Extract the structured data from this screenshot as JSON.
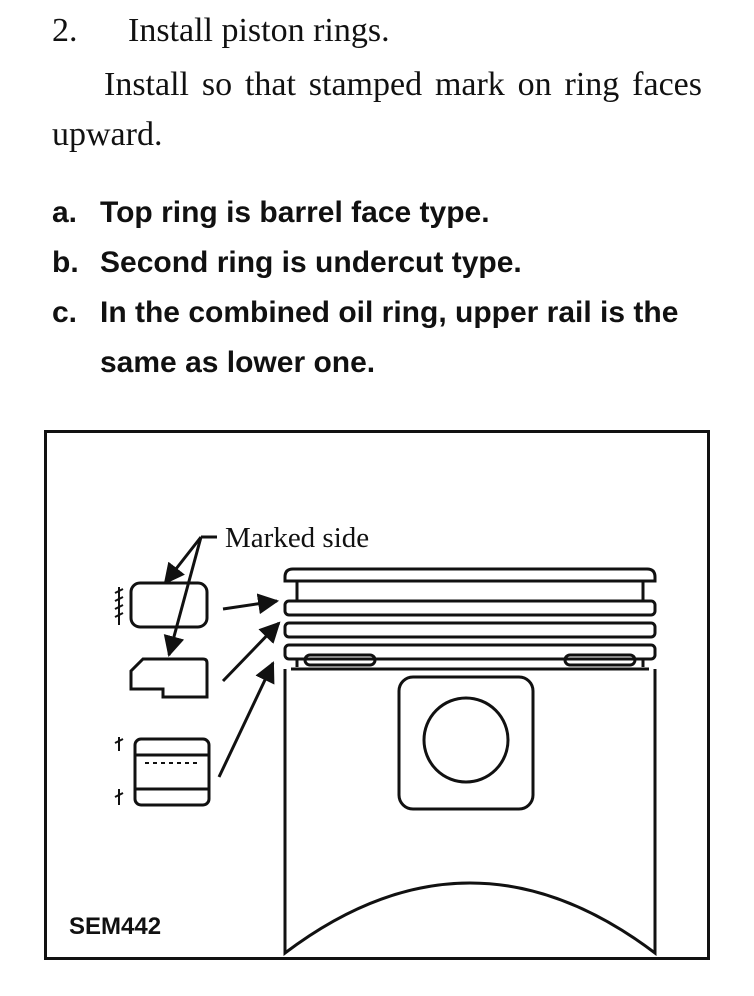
{
  "step": {
    "number": "2.",
    "title": "Install piston rings.",
    "body": "Install so that stamped mark on ring faces upward."
  },
  "notes": [
    {
      "marker": "a.",
      "text": "Top ring is barrel face type."
    },
    {
      "marker": "b.",
      "text": "Second ring is undercut type."
    },
    {
      "marker": "c.",
      "text": "In the combined oil ring, upper rail is the same as lower one."
    }
  ],
  "figure": {
    "callout": "Marked side",
    "id": "SEM442"
  }
}
